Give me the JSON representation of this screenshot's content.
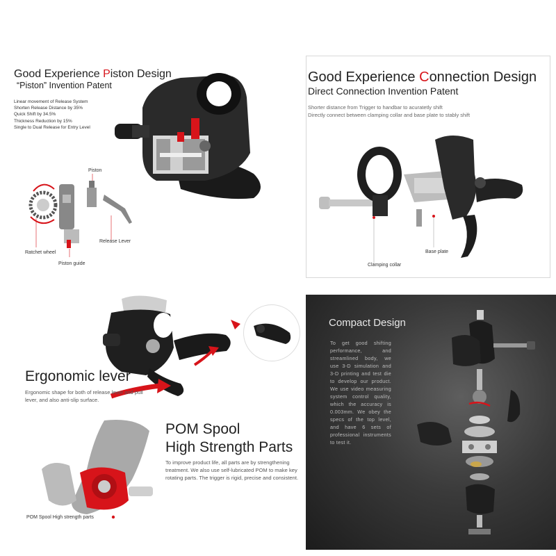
{
  "piston": {
    "title_pre": "Good Experience ",
    "title_accent": "P",
    "title_post": "iston Design",
    "subtitle_quote": "“Piston”",
    "subtitle_rest": " Invention Patent",
    "features": [
      "Linear movement of Release System",
      "Shorten Release Distance by 35%",
      "Quick  Shift by 34.5%",
      "Thickness Reduction by 15%",
      "Single to Dual Release for Entry Level"
    ],
    "labels": {
      "piston": "Piston",
      "release_lever": "Release Lever",
      "ratchet_wheel": "Ratchet wheel",
      "piston_guide": "Piston  guide"
    }
  },
  "connection": {
    "title_pre": "Good Experience ",
    "title_accent": "C",
    "title_post": "onnection Design",
    "subtitle": "Direct Connection Invention Patent",
    "lines": [
      "Shorter distance from Trigger to handbar to acuratetly shift",
      "Directly connect between clamping collar and base plate to stably shift"
    ],
    "labels": {
      "base_plate": "Base plate",
      "clamping_collar": "Clamping collar"
    }
  },
  "ergonomic": {
    "title": "Ergonomic lever",
    "text": "Ergonomic shape for both of release lever and pull lever, and also anti-slip surface."
  },
  "pom": {
    "title_line1": "POM Spool",
    "title_line2": "High Strength Parts",
    "text": "To improve product life, all parts are by strengthening treatment. We also use self-lubricated POM to make key rotating parts. The trigger is rigid, precise and consistent.",
    "label": "POM Spool High strength parts"
  },
  "compact": {
    "title": "Compact Design",
    "text": "To get good shifting performance, and streamlined body, we use 3-D simulation and 3-D printing and test die to develop our product. We use video measuring system control quality, which the accuracy is 0.003mm. We obey the specs of the top level, and have 6 sets of professional instruments to test it."
  },
  "colors": {
    "accent": "#d7141a",
    "dark_panel": "#2b2b2b",
    "part_black": "#1e1e1e",
    "part_silver": "#b9b9b9"
  }
}
